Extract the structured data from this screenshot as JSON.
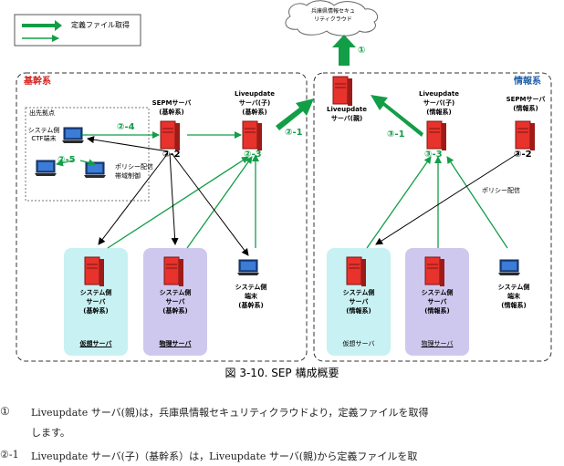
{
  "legend": {
    "label": "定義ファイル取得"
  },
  "cloud": {
    "line1": "兵庫県情報セキュ",
    "line2": "リティクラウド"
  },
  "zones": {
    "kikan": "基幹系",
    "joho": "情報系"
  },
  "steps": {
    "s1": "①",
    "s2_1": "②-1",
    "s2_2": "②-2",
    "s2_3": "②-3",
    "s2_4": "②-4",
    "s2_5": "②-5",
    "s3_1": "③-1",
    "s3_2": "③-2",
    "s3_3": "③-3"
  },
  "nodes": {
    "branch_label": "出先拠点",
    "ctf_line1": "システム側",
    "ctf_line2": "CTF端末",
    "policy_line1": "ポリシー配信",
    "policy_line2": "帯域制御",
    "sepm_kikan_line1": "SEPMサーバ",
    "sepm_kikan_line2": "(基幹系)",
    "lu_child_kikan_line1": "Liveupdate",
    "lu_child_kikan_line2": "サーバ(子)",
    "lu_child_kikan_line3": "(基幹系)",
    "lu_parent_line1": "Liveupdate",
    "lu_parent_line2": "サーバ(親)",
    "lu_child_joho_line1": "Liveupdate",
    "lu_child_joho_line2": "サーバ(子)",
    "lu_child_joho_line3": "(情報系)",
    "sepm_joho_line1": "SEPMサーバ",
    "sepm_joho_line2": "(情報系)",
    "policy_joho": "ポリシー配信"
  },
  "bottom": {
    "k_virtual": [
      "システム側",
      "サーバ",
      "(基幹系)"
    ],
    "k_virtual_tag": "仮想サーバ",
    "k_physical": [
      "システム側",
      "サーバ",
      "(基幹系)"
    ],
    "k_physical_tag": "物理サーバ",
    "k_terminal": [
      "システム側",
      "端末",
      "(基幹系)"
    ],
    "j_virtual": [
      "システム側",
      "サーバ",
      "(情報系)"
    ],
    "j_virtual_tag": "仮想サーバ",
    "j_physical": [
      "システム側",
      "サーバ",
      "(情報系)"
    ],
    "j_physical_tag": "物理サーバ",
    "j_terminal": [
      "システム側",
      "端末",
      "(情報系)"
    ]
  },
  "caption": "図 3-10. SEP 構成概要",
  "text": {
    "p1_marker": "①",
    "p1_line1": "Liveupdate サーバ(親)は，兵庫県情報セキュリティクラウドより，定義ファイルを取得",
    "p1_line2": "します。",
    "p2_marker": "②-1",
    "p2_line1": "Liveupdate サーバ(子)（基幹系）は，Liveupdate サーバ(親)から定義ファイルを取"
  },
  "colors": {
    "green": "#129e47",
    "red": "#d2231f",
    "server": "#e8322c",
    "purple_box": "#cfc8ee",
    "cyan_box": "#c8f1f3"
  }
}
